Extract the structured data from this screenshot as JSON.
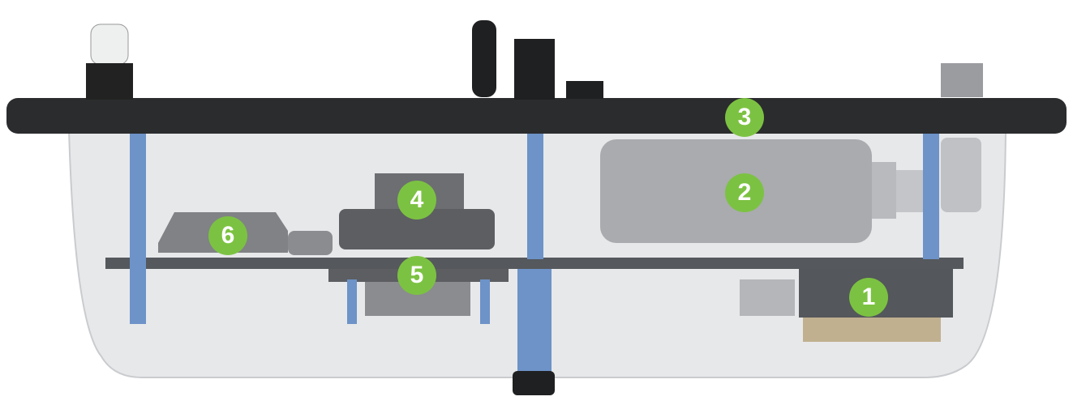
{
  "markers": [
    {
      "label": "1"
    },
    {
      "label": "2"
    },
    {
      "label": "3"
    },
    {
      "label": "4"
    },
    {
      "label": "5"
    },
    {
      "label": "6"
    }
  ],
  "colors": {
    "marker": "#7cc242",
    "lid": "#2b2c2e",
    "rod": "#6d93c8",
    "plate": "#55585c"
  }
}
